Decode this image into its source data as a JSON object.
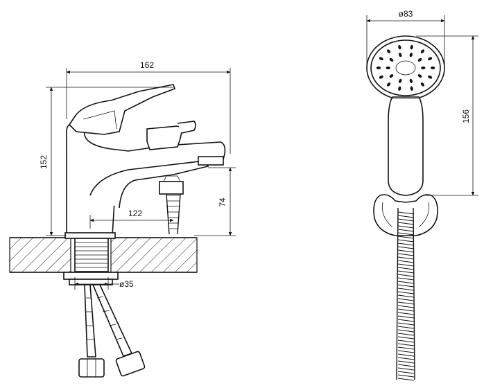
{
  "drawing": {
    "dimensions": {
      "width_total": "162",
      "height_total": "152",
      "spout_reach": "122",
      "outlet_height": "74",
      "hole_diameter": "ø35",
      "handshower_diameter": "ø83",
      "handshower_length": "156"
    },
    "colors": {
      "line": "#111111",
      "background": "#ffffff"
    }
  }
}
